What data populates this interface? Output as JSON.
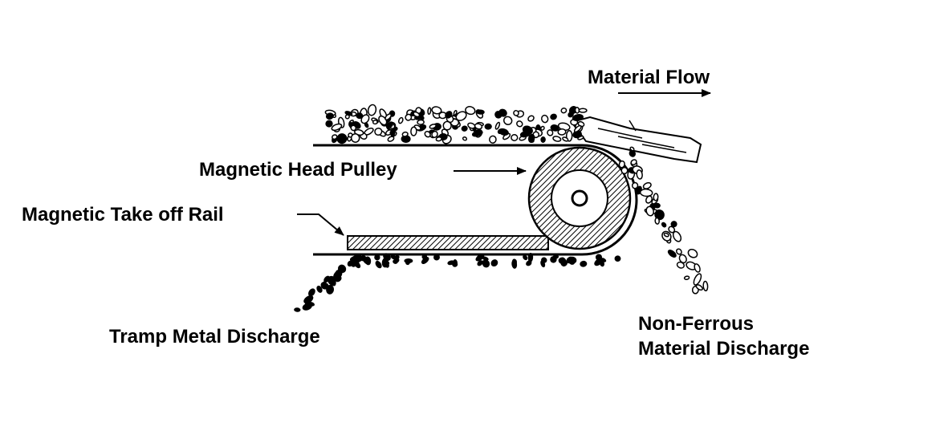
{
  "labels": {
    "material_flow": "Material Flow",
    "magnetic_head_pulley": "Magnetic Head Pulley",
    "magnetic_take_off_rail": "Magnetic Take off Rail",
    "tramp_metal_discharge": "Tramp Metal Discharge",
    "non_ferrous_line1": "Non-Ferrous",
    "non_ferrous_line2": "Material Discharge"
  },
  "colors": {
    "ink": "#000000",
    "background": "#ffffff"
  }
}
